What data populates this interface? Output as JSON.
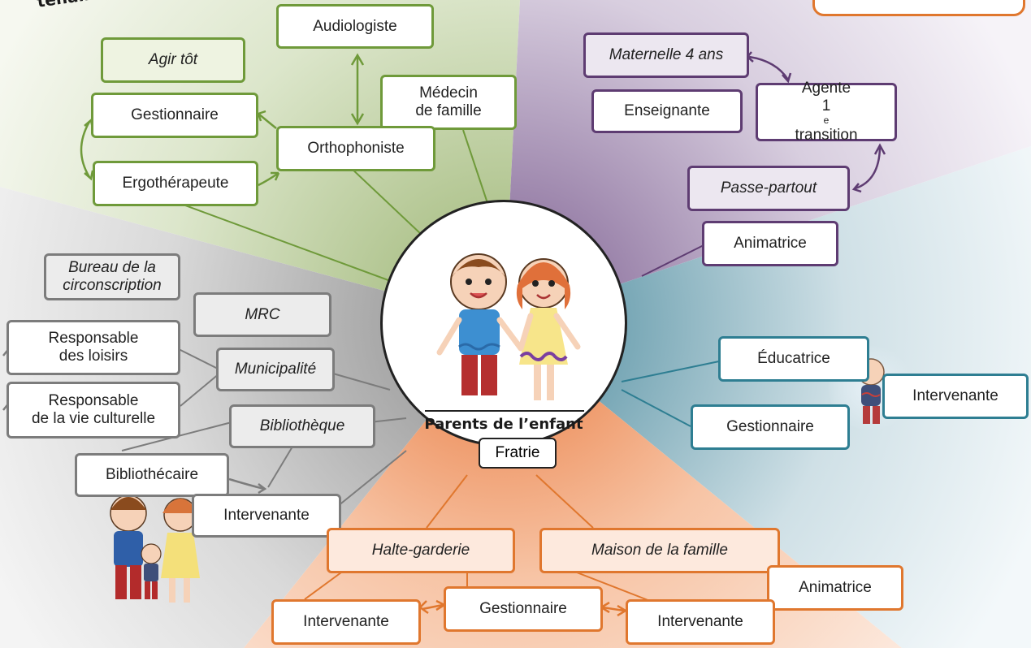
{
  "title_fragment": "tenaires satel",
  "center": {
    "label": "Parents de l’enfant",
    "sub_label": "Fratrie",
    "illustration": "children-holding-hands"
  },
  "colors": {
    "health": "#6f9a3a",
    "school": "#5e3c72",
    "childcare": "#2e7e92",
    "family": "#e0772e",
    "community": "#7c7c7c"
  },
  "nodes": {
    "audiologiste": "Audiologiste",
    "agir_tot": "Agir tôt",
    "gestionnaire_green": "Gestionnaire",
    "medecin_l1": "Médecin",
    "medecin_l2": "de famille",
    "orthophoniste": "Orthophoniste",
    "ergotherapeute": "Ergothérapeute",
    "maternelle": "Maternelle 4 ans",
    "enseignante": "Enseignante",
    "agente_l1": "Agente",
    "agente_num": "1",
    "agente_sup": "e",
    "agente_l2": "transition",
    "passe_partout": "Passe-partout",
    "animatrice_purple": "Animatrice",
    "educatrice": "Éducatrice",
    "intervenante_teal": "Intervenante",
    "gestionnaire_teal": "Gestionnaire",
    "bureau_l1": "Bureau de la",
    "bureau_l2": "circonscription",
    "mrc": "MRC",
    "resp_loisirs_l1": "Responsable",
    "resp_loisirs_l2": "des loisirs",
    "municipalite": "Municipalité",
    "resp_culture_l1": "Responsable",
    "resp_culture_l2": "de la vie culturelle",
    "bibliotheque": "Bibliothèque",
    "bibliothecaire": "Bibliothécaire",
    "intervenante_gray": "Intervenante",
    "halte_garderie": "Halte-garderie",
    "maison_famille": "Maison de la famille",
    "animatrice_orange": "Animatrice",
    "intervenante_orange_left": "Intervenante",
    "gestionnaire_orange": "Gestionnaire",
    "intervenante_orange_right": "Intervenante"
  }
}
